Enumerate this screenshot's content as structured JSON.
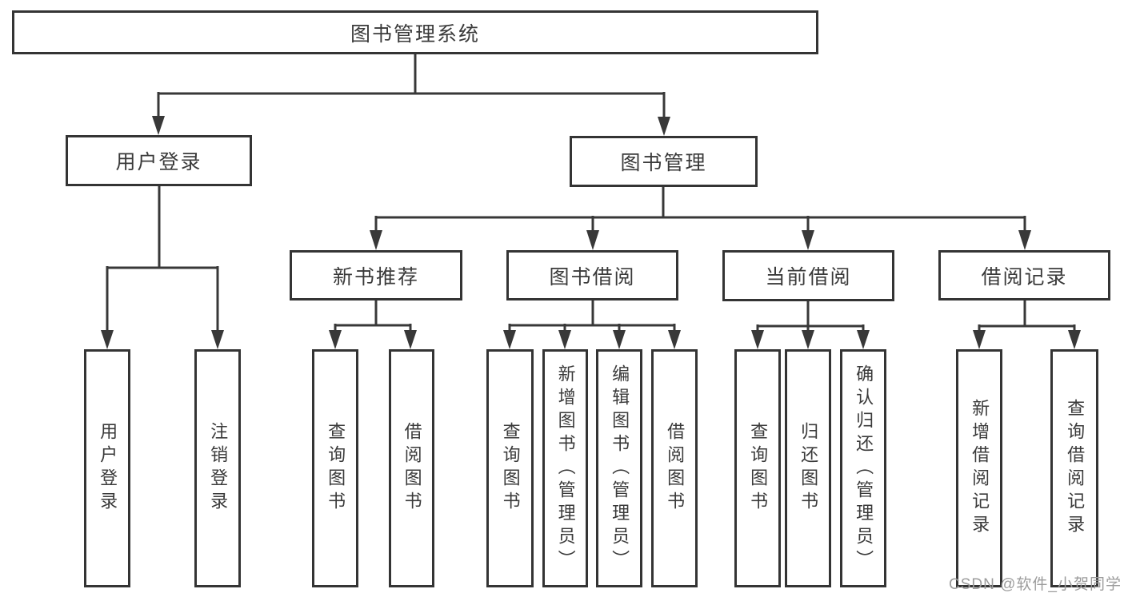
{
  "colors": {
    "line": "#343434",
    "text": "#3a3a3a",
    "background": "#ffffff",
    "watermark_text": "#9c9c9c"
  },
  "tree": {
    "root": {
      "label": "图书管理系统"
    },
    "user_login": {
      "label": "用户登录",
      "children": [
        {
          "label": "用户登录"
        },
        {
          "label": "注销登录"
        }
      ]
    },
    "book_mgmt": {
      "label": "图书管理",
      "groups": [
        {
          "label": "新书推荐",
          "children": [
            {
              "label": "查询图书"
            },
            {
              "label": "借阅图书"
            }
          ]
        },
        {
          "label": "图书借阅",
          "children": [
            {
              "label": "查询图书"
            },
            {
              "label": "新增图书（管理员）"
            },
            {
              "label": "编辑图书（管理员）"
            },
            {
              "label": "借阅图书"
            }
          ]
        },
        {
          "label": "当前借阅",
          "children": [
            {
              "label": "查询图书"
            },
            {
              "label": "归还图书"
            },
            {
              "label": "确认归还（管理员）"
            }
          ]
        },
        {
          "label": "借阅记录",
          "children": [
            {
              "label": "新增借阅记录"
            },
            {
              "label": "查询借阅记录"
            }
          ]
        }
      ]
    }
  },
  "watermark": {
    "label": "CSDN @软件_小贺同学"
  }
}
